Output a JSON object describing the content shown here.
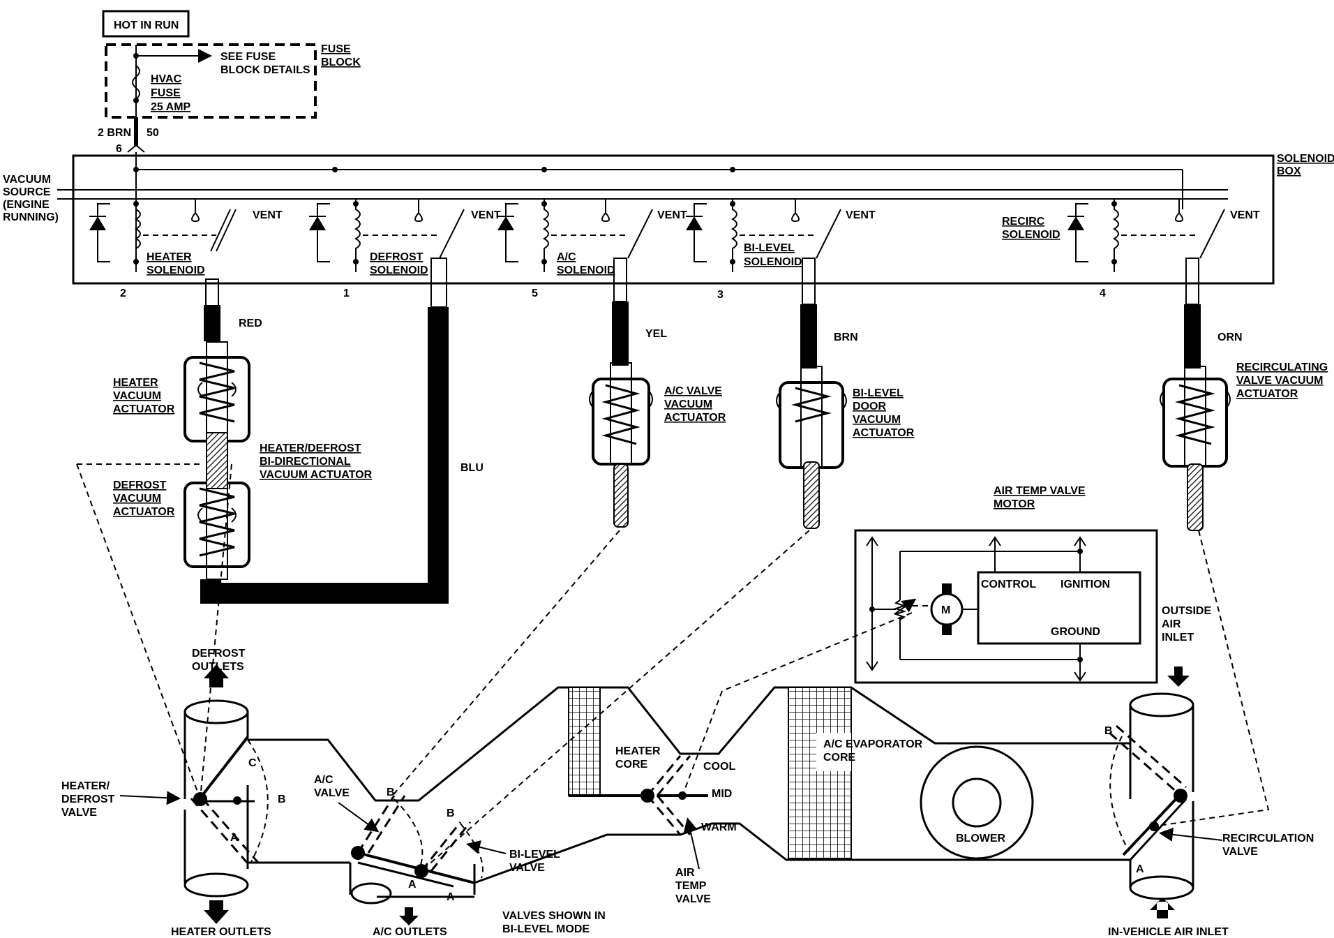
{
  "power": {
    "hot_in_run": "HOT IN RUN",
    "see_fuse_1": "SEE FUSE",
    "see_fuse_2": "BLOCK DETAILS",
    "fuse_1": "HVAC",
    "fuse_2": "FUSE",
    "fuse_3": "25 AMP",
    "fuse_block_1": "FUSE",
    "fuse_block_2": "BLOCK",
    "wire_label": "2 BRN",
    "circuit": "50",
    "pin": "6"
  },
  "solenoid_box": {
    "title_1": "SOLENOID",
    "title_2": "BOX",
    "vacuum_1": "VACUUM",
    "vacuum_2": "SOURCE",
    "vacuum_3": "(ENGINE",
    "vacuum_4": "RUNNING)",
    "vent": "VENT",
    "solenoids": [
      {
        "label_1": "HEATER",
        "label_2": "SOLENOID",
        "pin": "2",
        "hose_color": "RED"
      },
      {
        "label_1": "DEFROST",
        "label_2": "SOLENOID",
        "pin": "1",
        "hose_color": "BLU"
      },
      {
        "label_1": "A/C",
        "label_2": "SOLENOID",
        "pin": "5",
        "hose_color": "YEL"
      },
      {
        "label_1": "BI-LEVEL",
        "label_2": "SOLENOID",
        "pin": "3",
        "hose_color": "BRN"
      },
      {
        "label_1": "RECIRC",
        "label_2": "SOLENOID",
        "pin": "4",
        "hose_color": "ORN"
      }
    ]
  },
  "actuators": {
    "heater": [
      "HEATER",
      "VACUUM",
      "ACTUATOR"
    ],
    "bidirectional": [
      "HEATER/DEFROST",
      "BI-DIRECTIONAL",
      "VACUUM ACTUATOR"
    ],
    "defrost": [
      "DEFROST",
      "VACUUM",
      "ACTUATOR"
    ],
    "ac_valve": [
      "A/C VALVE",
      "VACUUM",
      "ACTUATOR"
    ],
    "bilevel_door": [
      "BI-LEVEL",
      "DOOR",
      "VACUUM",
      "ACTUATOR"
    ],
    "recirc": [
      "RECIRCULATING",
      "VALVE VACUUM",
      "ACTUATOR"
    ]
  },
  "motor": {
    "title_1": "AIR TEMP VALVE",
    "title_2": "MOTOR",
    "control": "CONTROL",
    "ignition": "IGNITION",
    "ground": "GROUND",
    "m": "M"
  },
  "airflow": {
    "defrost_outlets_1": "DEFROST",
    "defrost_outlets_2": "OUTLETS",
    "heater_defrost_valve": [
      "HEATER/",
      "DEFROST",
      "VALVE"
    ],
    "heater_outlets": "HEATER OUTLETS",
    "ac_valve": [
      "A/C",
      "VALVE"
    ],
    "ac_outlets": "A/C OUTLETS",
    "bilevel_valve": [
      "BI-LEVEL",
      "VALVE"
    ],
    "valves_shown": [
      "VALVES SHOWN IN",
      "BI-LEVEL MODE"
    ],
    "heater_core": [
      "HEATER",
      "CORE"
    ],
    "cool": "COOL",
    "mid": "MID",
    "warm": "WARM",
    "air_temp_valve": [
      "AIR",
      "TEMP",
      "VALVE"
    ],
    "evaporator": [
      "A/C EVAPORATOR",
      "CORE"
    ],
    "blower": "BLOWER",
    "outside_air": [
      "OUTSIDE",
      "AIR",
      "INLET"
    ],
    "recirc_valve": [
      "RECIRCULATION",
      "VALVE"
    ],
    "in_vehicle": "IN-VEHICLE AIR INLET",
    "pos_a": "A",
    "pos_b": "B",
    "pos_c": "C"
  }
}
